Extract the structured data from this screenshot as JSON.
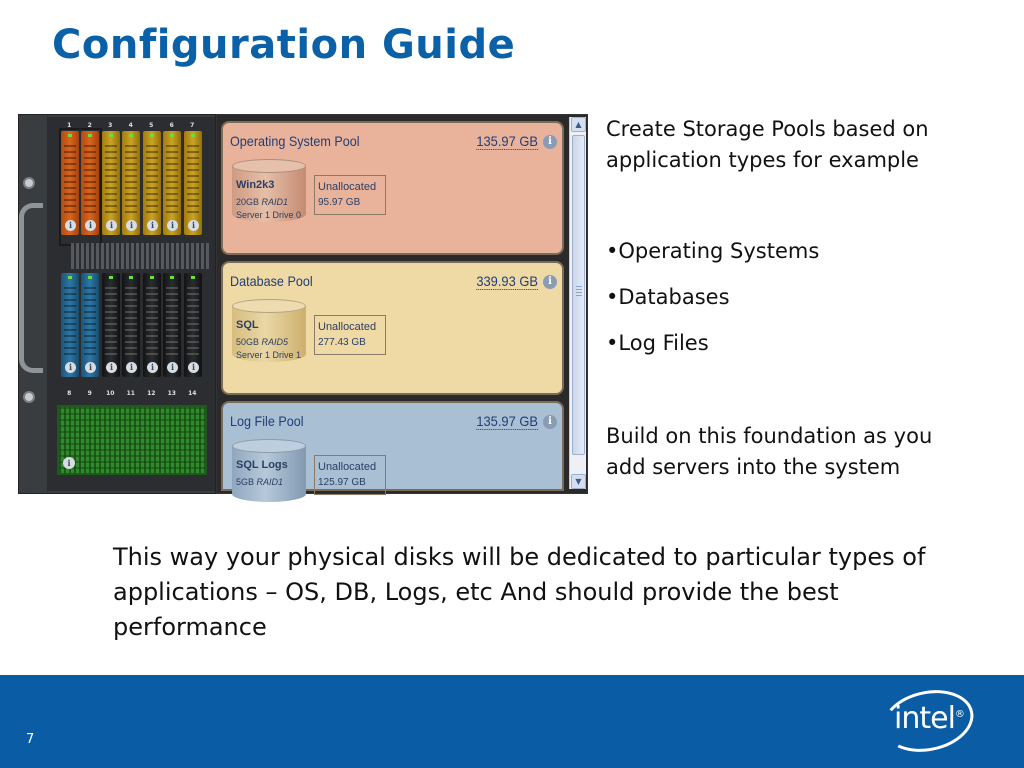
{
  "slide": {
    "title": "Configuration Guide",
    "page_number": "7"
  },
  "server_view": {
    "bay_numbers_top": [
      "1",
      "2",
      "3",
      "4",
      "5",
      "6",
      "7"
    ],
    "bay_numbers_bottom": [
      "8",
      "9",
      "10",
      "11",
      "12",
      "13",
      "14"
    ],
    "info_icon_glyph": "i",
    "scroll_up_glyph": "▲",
    "scroll_down_glyph": "▼"
  },
  "pools": [
    {
      "name": "Operating System Pool",
      "size": "135.97 GB",
      "volume_name": "Win2k3",
      "volume_size": "20GB",
      "volume_raid": "RAID1",
      "volume_location": "Server 1 Drive 0",
      "unallocated_label": "Unallocated",
      "unallocated_size": "95.97 GB"
    },
    {
      "name": "Database Pool",
      "size": "339.93 GB",
      "volume_name": "SQL",
      "volume_size": "50GB",
      "volume_raid": "RAID5",
      "volume_location": "Server 1 Drive 1",
      "unallocated_label": "Unallocated",
      "unallocated_size": "277.43 GB"
    },
    {
      "name": "Log File Pool",
      "size": "135.97 GB",
      "volume_name": "SQL Logs",
      "volume_size": "5GB",
      "volume_raid": "RAID1",
      "volume_location": "",
      "unallocated_label": "Unallocated",
      "unallocated_size": "125.97 GB"
    }
  ],
  "right_text": {
    "intro_line1": "Create Storage Pools based on",
    "intro_line2": "application types for example",
    "bullets": [
      "•Operating Systems",
      "•Databases",
      "•Log Files"
    ],
    "outro_line1": "Build on this foundation as you",
    "outro_line2": "add servers into the system"
  },
  "body_text": "This way your physical disks will be dedicated to particular types of applications – OS, DB, Logs, etc And should provide the best performance",
  "footer": {
    "logo_text": "intel",
    "logo_mark": "®"
  },
  "colors": {
    "title": "#0a61a8",
    "footer": "#0a5da4",
    "os_pool": "#e9b39b",
    "db_pool": "#efd9a4",
    "log_pool": "#a9bfd4"
  }
}
